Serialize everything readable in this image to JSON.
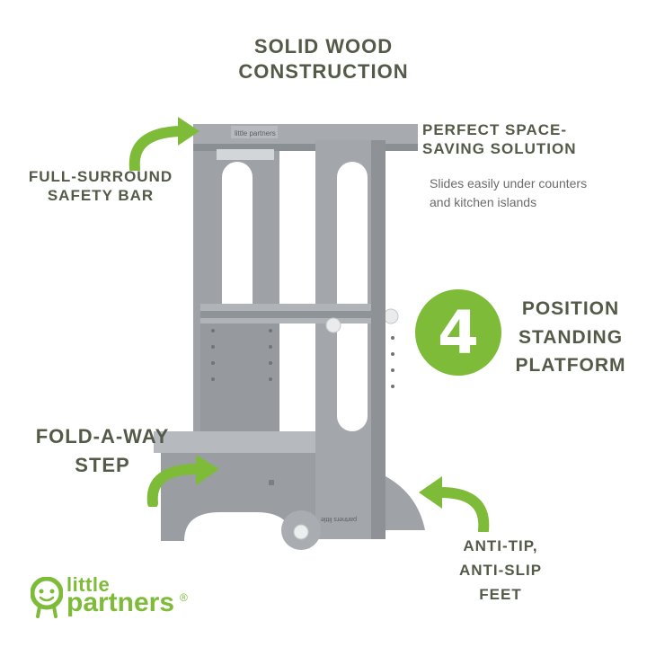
{
  "headline": {
    "line1": "SOLID WOOD",
    "line2": "CONSTRUCTION"
  },
  "features": {
    "safety_bar": {
      "line1": "FULL-SURROUND",
      "line2": "SAFETY BAR"
    },
    "space_saving": {
      "line1": "PERFECT SPACE-",
      "line2": "SAVING SOLUTION",
      "detail_line1": "Slides easily under counters",
      "detail_line2": "and kitchen islands"
    },
    "platform": {
      "number": "4",
      "line1": "POSITION",
      "line2": "STANDING",
      "line3": "PLATFORM"
    },
    "fold_step": {
      "line1": "FOLD-A-WAY",
      "line2": "STEP"
    },
    "feet": {
      "line1": "ANTI-TIP,",
      "line2": "ANTI-SLIP FEET"
    }
  },
  "product_labels": {
    "top_brand": "little partners",
    "side_text": "partners little"
  },
  "logo": {
    "word1": "little",
    "word2": "partners",
    "registered": "®"
  },
  "colors": {
    "accent_green": "#7dbb38",
    "label_text": "#545a48",
    "stool_gray": "#9a9ea3",
    "stool_shadow": "#7f8489"
  },
  "icons": [
    "curved-arrow-icon",
    "logo-face-icon"
  ]
}
